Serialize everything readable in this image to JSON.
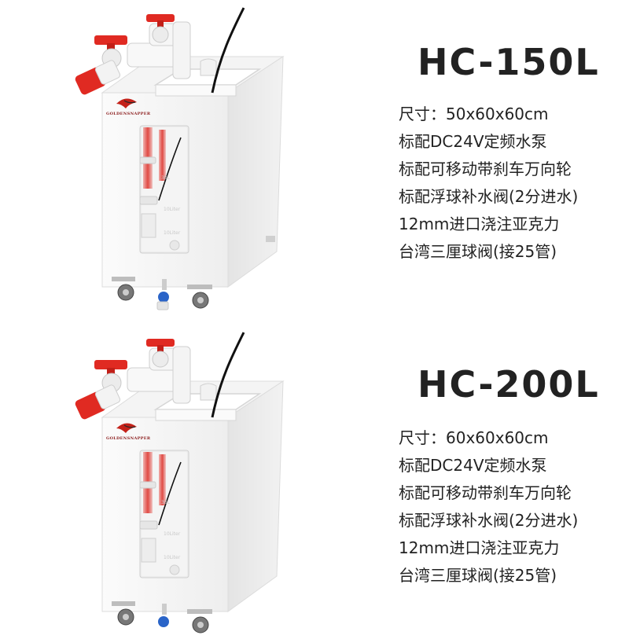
{
  "products": [
    {
      "model": "HC-150L",
      "brand": "GOLDENSNAPPER",
      "tank_labels": [
        "30L",
        "10Liter",
        "10Liter"
      ],
      "specs": [
        "尺寸：50x60x60cm",
        "标配DC24V定频水泵",
        "标配可移动带刹车万向轮",
        "标配浮球补水阀(2分进水)",
        "12mm进口浇注亚克力",
        "台湾三厘球阀(接25管)"
      ]
    },
    {
      "model": "HC-200L",
      "brand": "GOLDENSNAPPER",
      "tank_labels": [
        "30L",
        "10Liter",
        "10Liter"
      ],
      "specs": [
        "尺寸：60x60x60cm",
        "标配DC24V定频水泵",
        "标配可移动带刹车万向轮",
        "标配浮球补水阀(2分进水)",
        "12mm进口浇注亚克力",
        "台湾三厘球阀(接25管)"
      ]
    }
  ],
  "colors": {
    "valve_red": "#e02a22",
    "cabinet_white": "#f7f7f7",
    "caster_blue": "#2a64c8",
    "text": "#222222"
  }
}
